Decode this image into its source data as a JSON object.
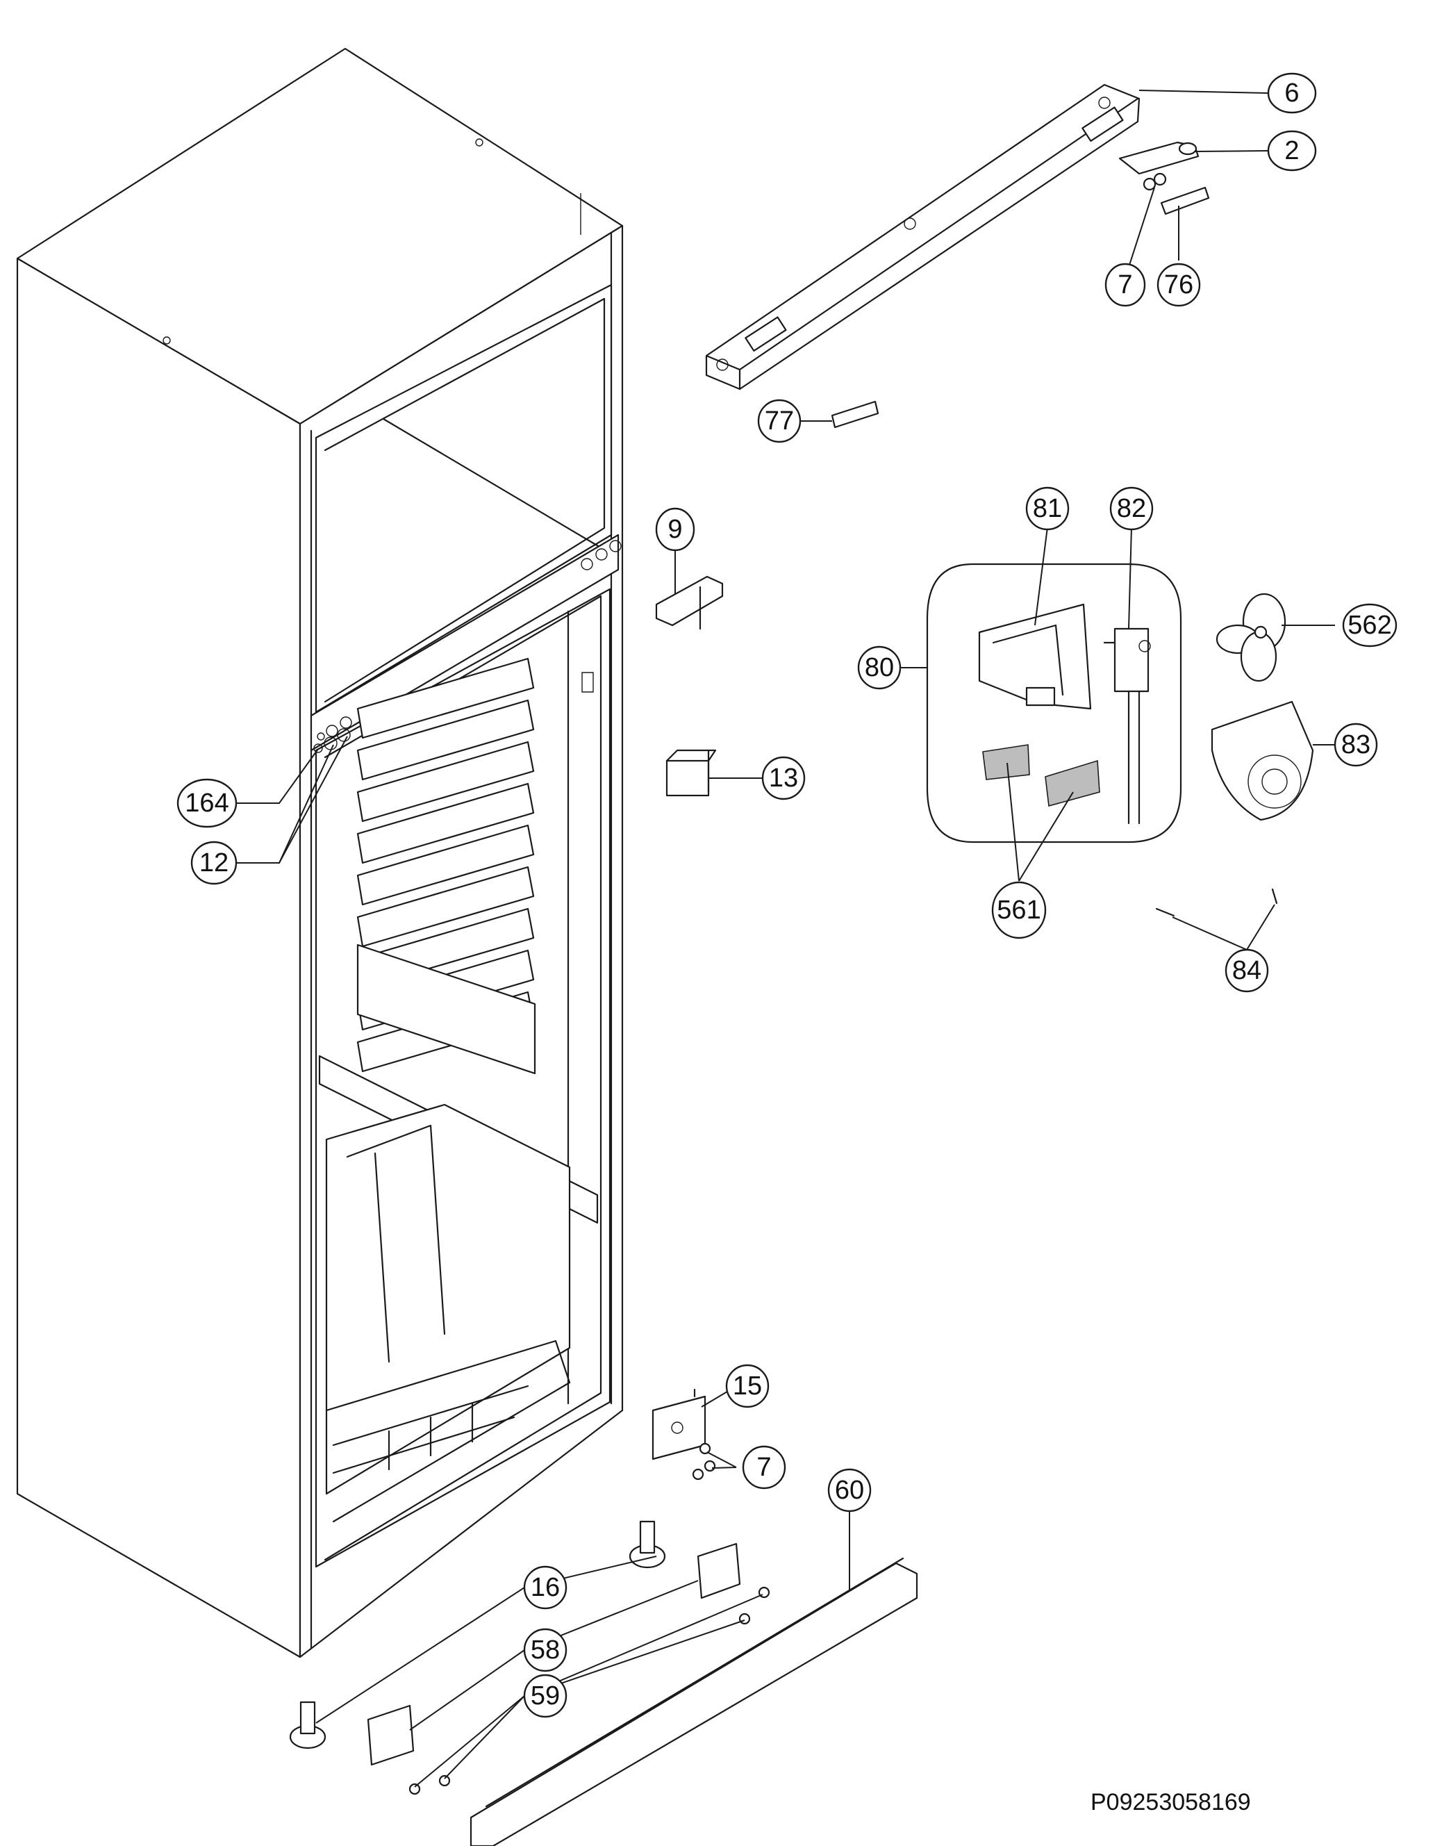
{
  "drawing_reference": "P09253058169",
  "callouts": [
    {
      "id": "c6",
      "label": "6"
    },
    {
      "id": "c2",
      "label": "2"
    },
    {
      "id": "c7a",
      "label": "7"
    },
    {
      "id": "c76",
      "label": "76"
    },
    {
      "id": "c77",
      "label": "77"
    },
    {
      "id": "c9",
      "label": "9"
    },
    {
      "id": "c81",
      "label": "81"
    },
    {
      "id": "c82",
      "label": "82"
    },
    {
      "id": "c80",
      "label": "80"
    },
    {
      "id": "c562",
      "label": "562"
    },
    {
      "id": "c83",
      "label": "83"
    },
    {
      "id": "c13",
      "label": "13"
    },
    {
      "id": "c561",
      "label": "561"
    },
    {
      "id": "c84",
      "label": "84"
    },
    {
      "id": "c164",
      "label": "164"
    },
    {
      "id": "c12",
      "label": "12"
    },
    {
      "id": "c15",
      "label": "15"
    },
    {
      "id": "c7b",
      "label": "7"
    },
    {
      "id": "c60",
      "label": "60"
    },
    {
      "id": "c16",
      "label": "16"
    },
    {
      "id": "c58",
      "label": "58"
    },
    {
      "id": "c59",
      "label": "59"
    }
  ]
}
